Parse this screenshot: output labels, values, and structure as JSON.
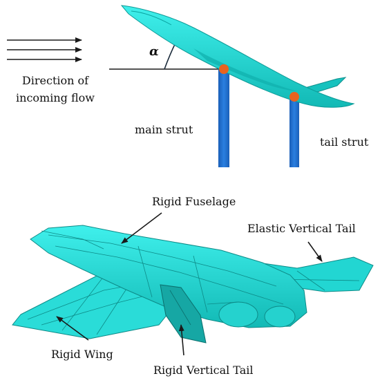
{
  "top_diagram": {
    "flow_label_line1": "Direction of",
    "flow_label_line2": "incoming flow",
    "angle_symbol": "α",
    "main_strut_label": "main strut",
    "tail_strut_label": "tail strut"
  },
  "bottom_diagram": {
    "rigid_fuselage_label": "Rigid Fuselage",
    "elastic_vertical_tail_label": "Elastic Vertical Tail",
    "rigid_wing_label": "Rigid Wing",
    "rigid_vertical_tail_label": "Rigid Vertical Tail"
  },
  "colors": {
    "aircraft_fill": "#20d8d4",
    "aircraft_shade": "#0fb0ad",
    "strut": "#1f6fd0",
    "pivot": "#e8631f",
    "line": "#1a1a1a"
  }
}
